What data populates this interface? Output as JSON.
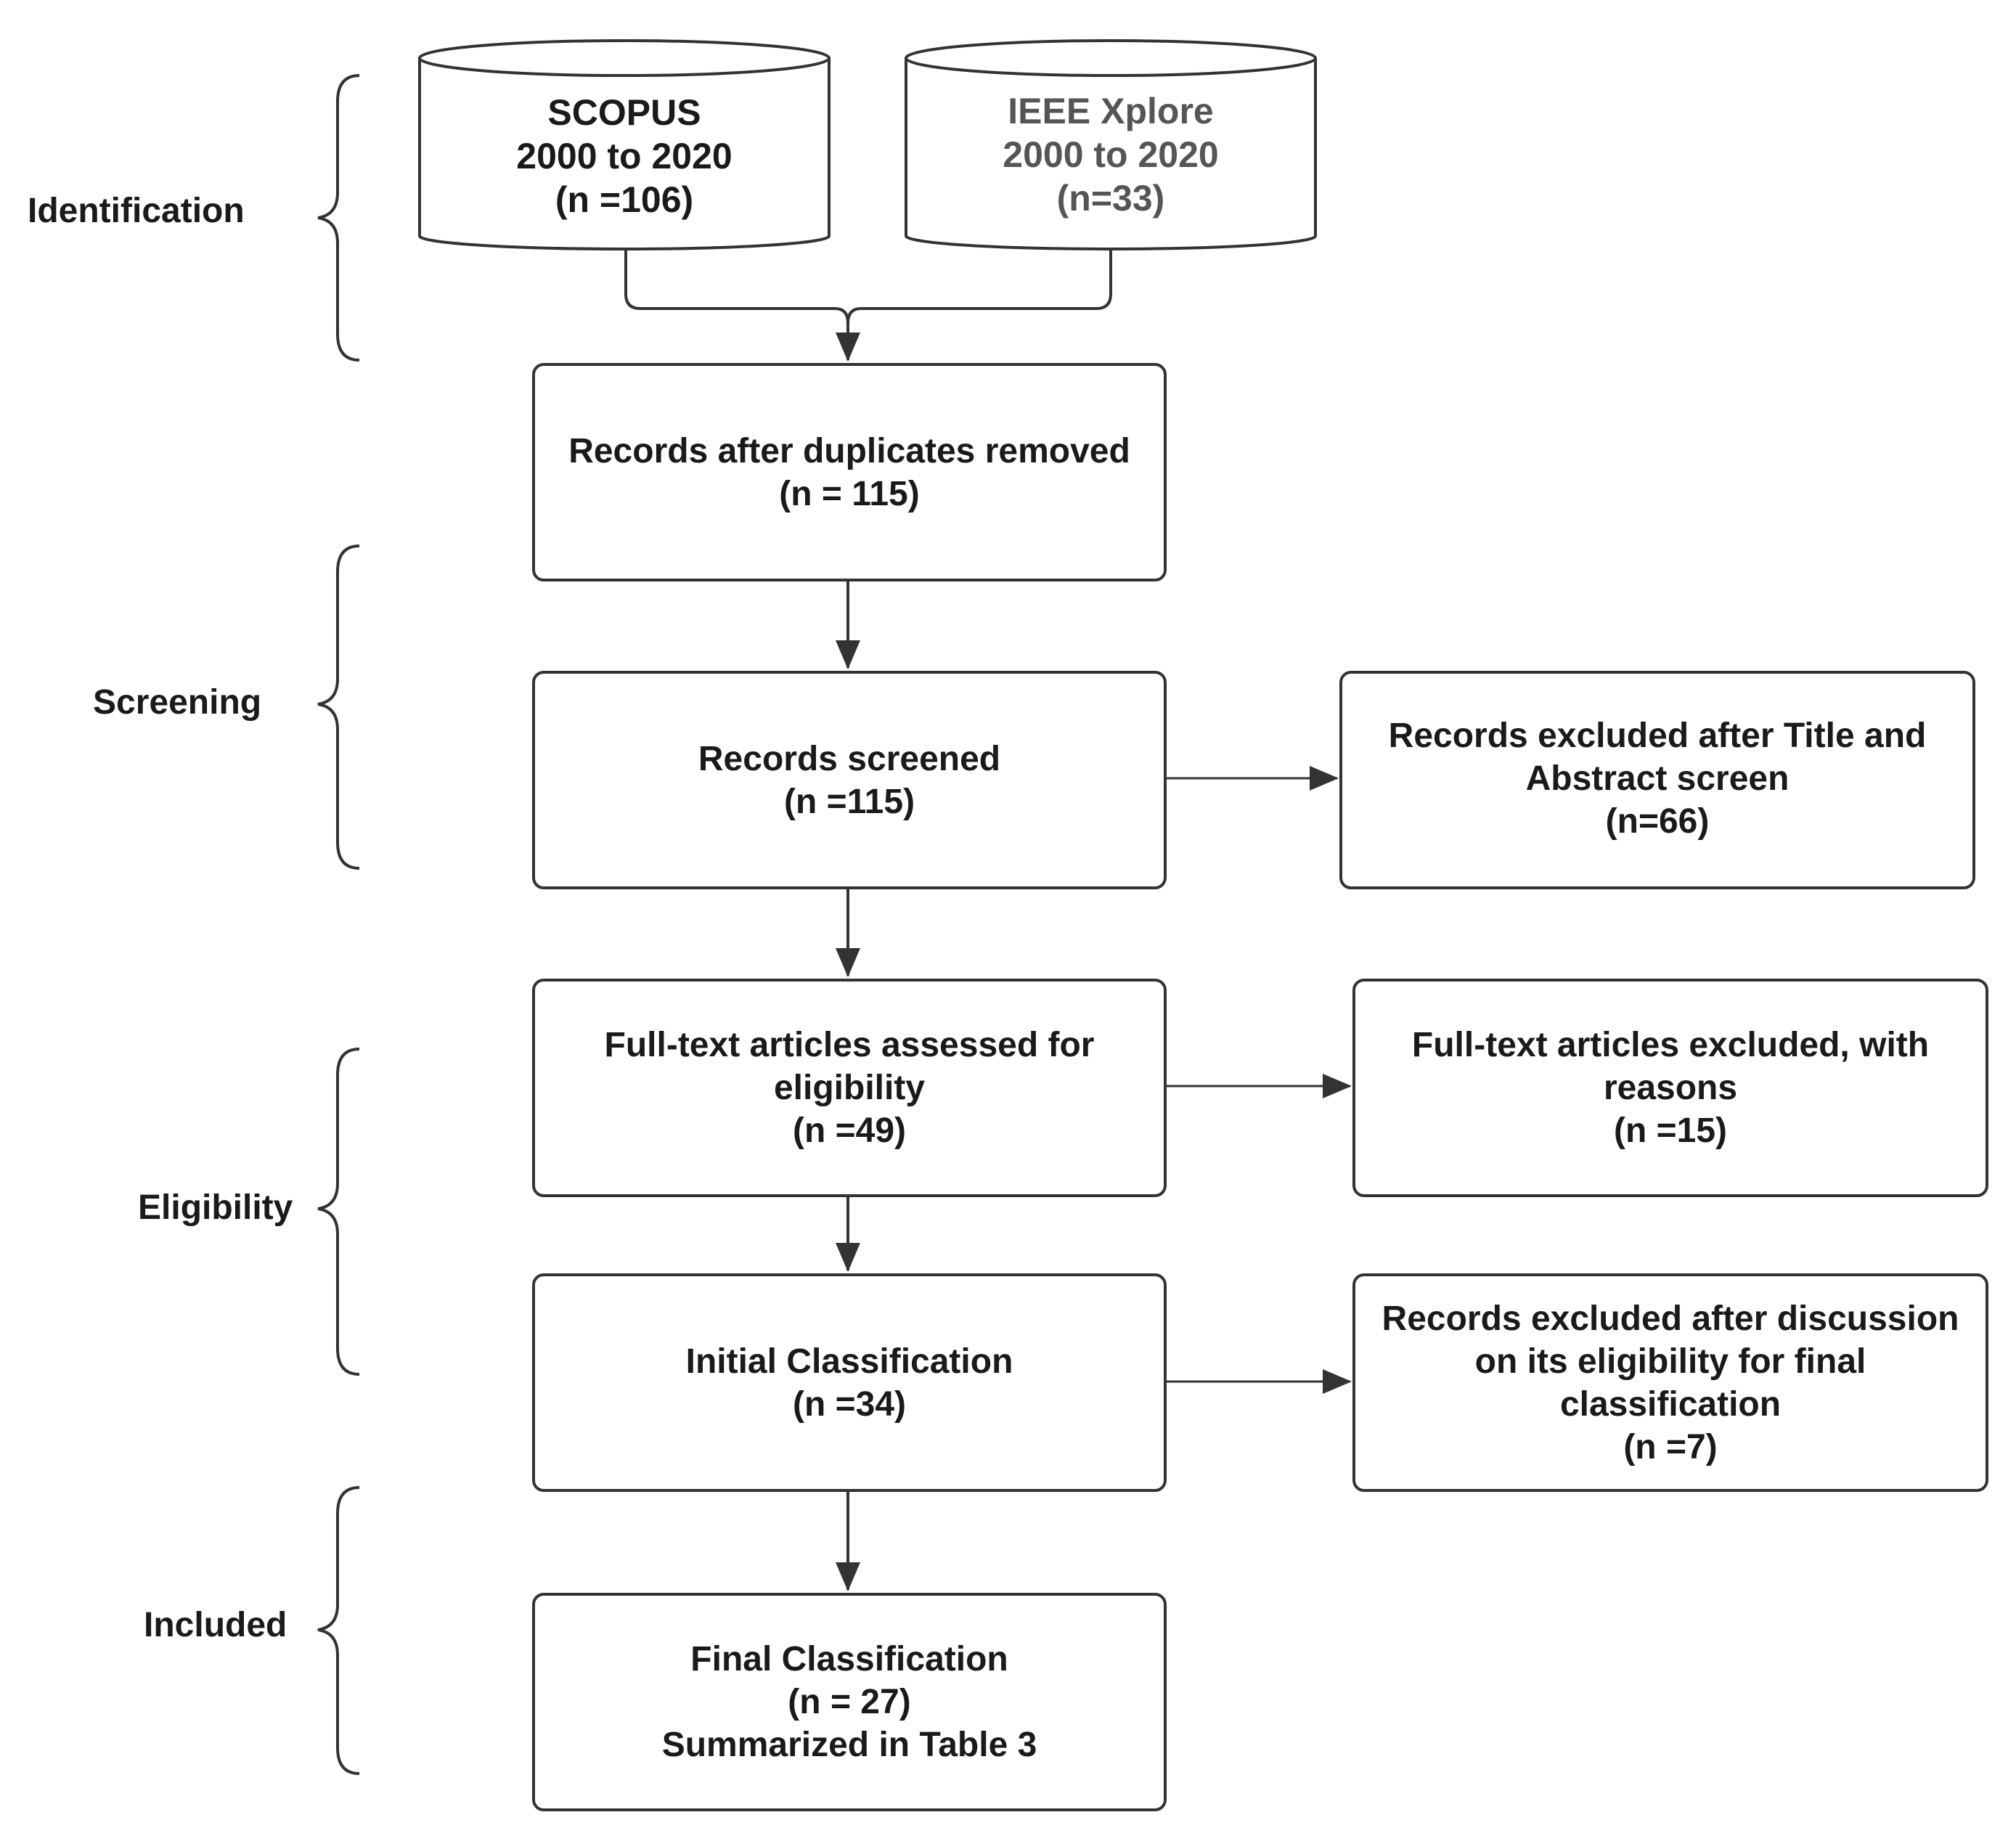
{
  "sources": [
    {
      "name": "SCOPUS",
      "years": "2000 to 2020",
      "count": "(n =106)"
    },
    {
      "name": "IEEE Xplore",
      "years": "2000 to 2020",
      "count": "(n=33)"
    }
  ],
  "stages": {
    "identification": "Identification",
    "screening": "Screening",
    "eligibility": "Eligibility",
    "included": "Included"
  },
  "boxes": {
    "duplicates_removed": {
      "lines": [
        "Records after duplicates removed",
        "(n = 115)"
      ]
    },
    "screened": {
      "lines": [
        "Records screened",
        "(n =115)"
      ]
    },
    "excluded_title_abstract": {
      "lines": [
        "Records excluded after Title and",
        "Abstract screen",
        "(n=66)"
      ]
    },
    "fulltext_assessed": {
      "lines": [
        "Full-text articles assessed for",
        "eligibility",
        "(n =49)"
      ]
    },
    "fulltext_excluded": {
      "lines": [
        "Full-text articles excluded, with",
        "reasons",
        "(n =15)"
      ]
    },
    "initial_classification": {
      "lines": [
        "Initial Classification",
        "(n =34)"
      ]
    },
    "excluded_discussion": {
      "lines": [
        "Records excluded after discussion",
        "on its eligibility for final",
        "classification",
        "(n =7)"
      ]
    },
    "final_classification": {
      "lines": [
        "Final Classification",
        "(n = 27)",
        "Summarized in Table 3"
      ]
    }
  },
  "colors": {
    "stroke": "#333333",
    "text": "#1a1a1a",
    "ieee_text": "#555555"
  }
}
